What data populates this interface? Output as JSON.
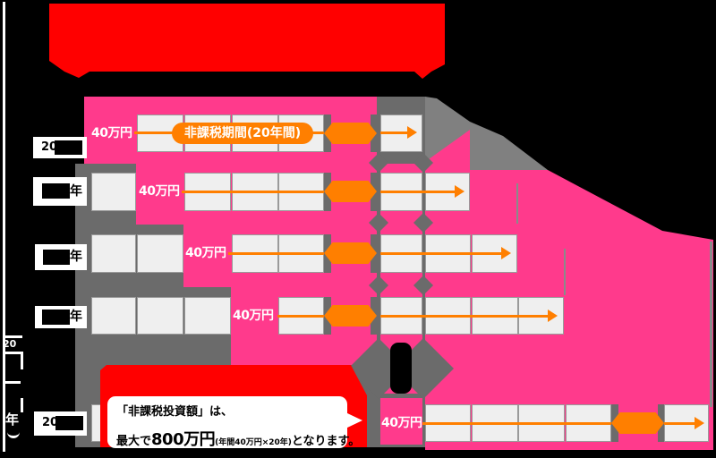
{
  "banner": {
    "color": "#ff0000"
  },
  "axis_label": {
    "part1": "20",
    "part2": "年"
  },
  "rows": [
    {
      "label_visible": "20",
      "amount": "40万円"
    },
    {
      "label_visible": "年",
      "amount": "40万円"
    },
    {
      "label_visible": "年",
      "amount": "40万円"
    },
    {
      "label_visible": "年",
      "amount": "40万円"
    },
    {
      "label_visible": "20",
      "amount": "40万円"
    }
  ],
  "period_pill": "非課税期間(20年間)",
  "callout": {
    "line1": "「非課税投資額」は、",
    "line2_prefix": "最大で",
    "line2_amount": "800万円",
    "line2_note": "(年間40万円×20年)",
    "line2_suffix": "となります。"
  },
  "colors": {
    "pink": "#ff3a8c",
    "red": "#ff0000",
    "orange": "#ff7f00",
    "cell": "#efefef",
    "gray_dark": "#6b6b6b",
    "gray_light": "#808080"
  }
}
